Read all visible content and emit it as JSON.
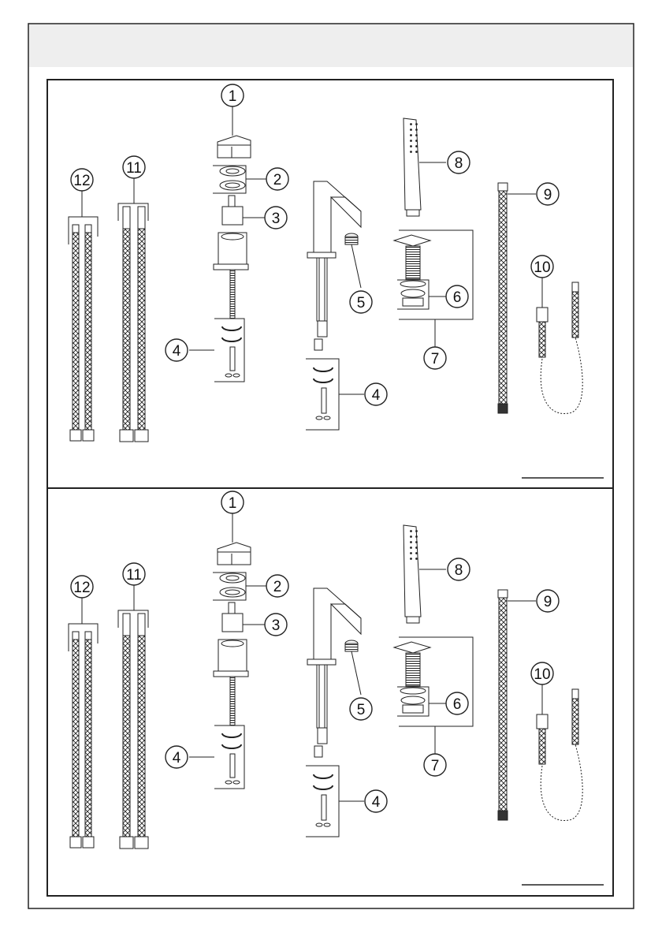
{
  "panels": [
    {
      "callouts": {
        "c12": "12",
        "c11": "11",
        "c1": "1",
        "c2": "2",
        "c3": "3",
        "c4a": "4",
        "c4b": "4",
        "c5": "5",
        "c6": "6",
        "c7": "7",
        "c8": "8",
        "c9": "9",
        "c10": "10"
      }
    },
    {
      "callouts": {
        "c12": "12",
        "c11": "11",
        "c1": "1",
        "c2": "2",
        "c3": "3",
        "c4a": "4",
        "c4b": "4",
        "c5": "5",
        "c6": "6",
        "c7": "7",
        "c8": "8",
        "c9": "9",
        "c10": "10"
      }
    }
  ],
  "colors": {
    "frame": "#222222",
    "header": "#eeeeee",
    "line": "#1a1a1a"
  }
}
